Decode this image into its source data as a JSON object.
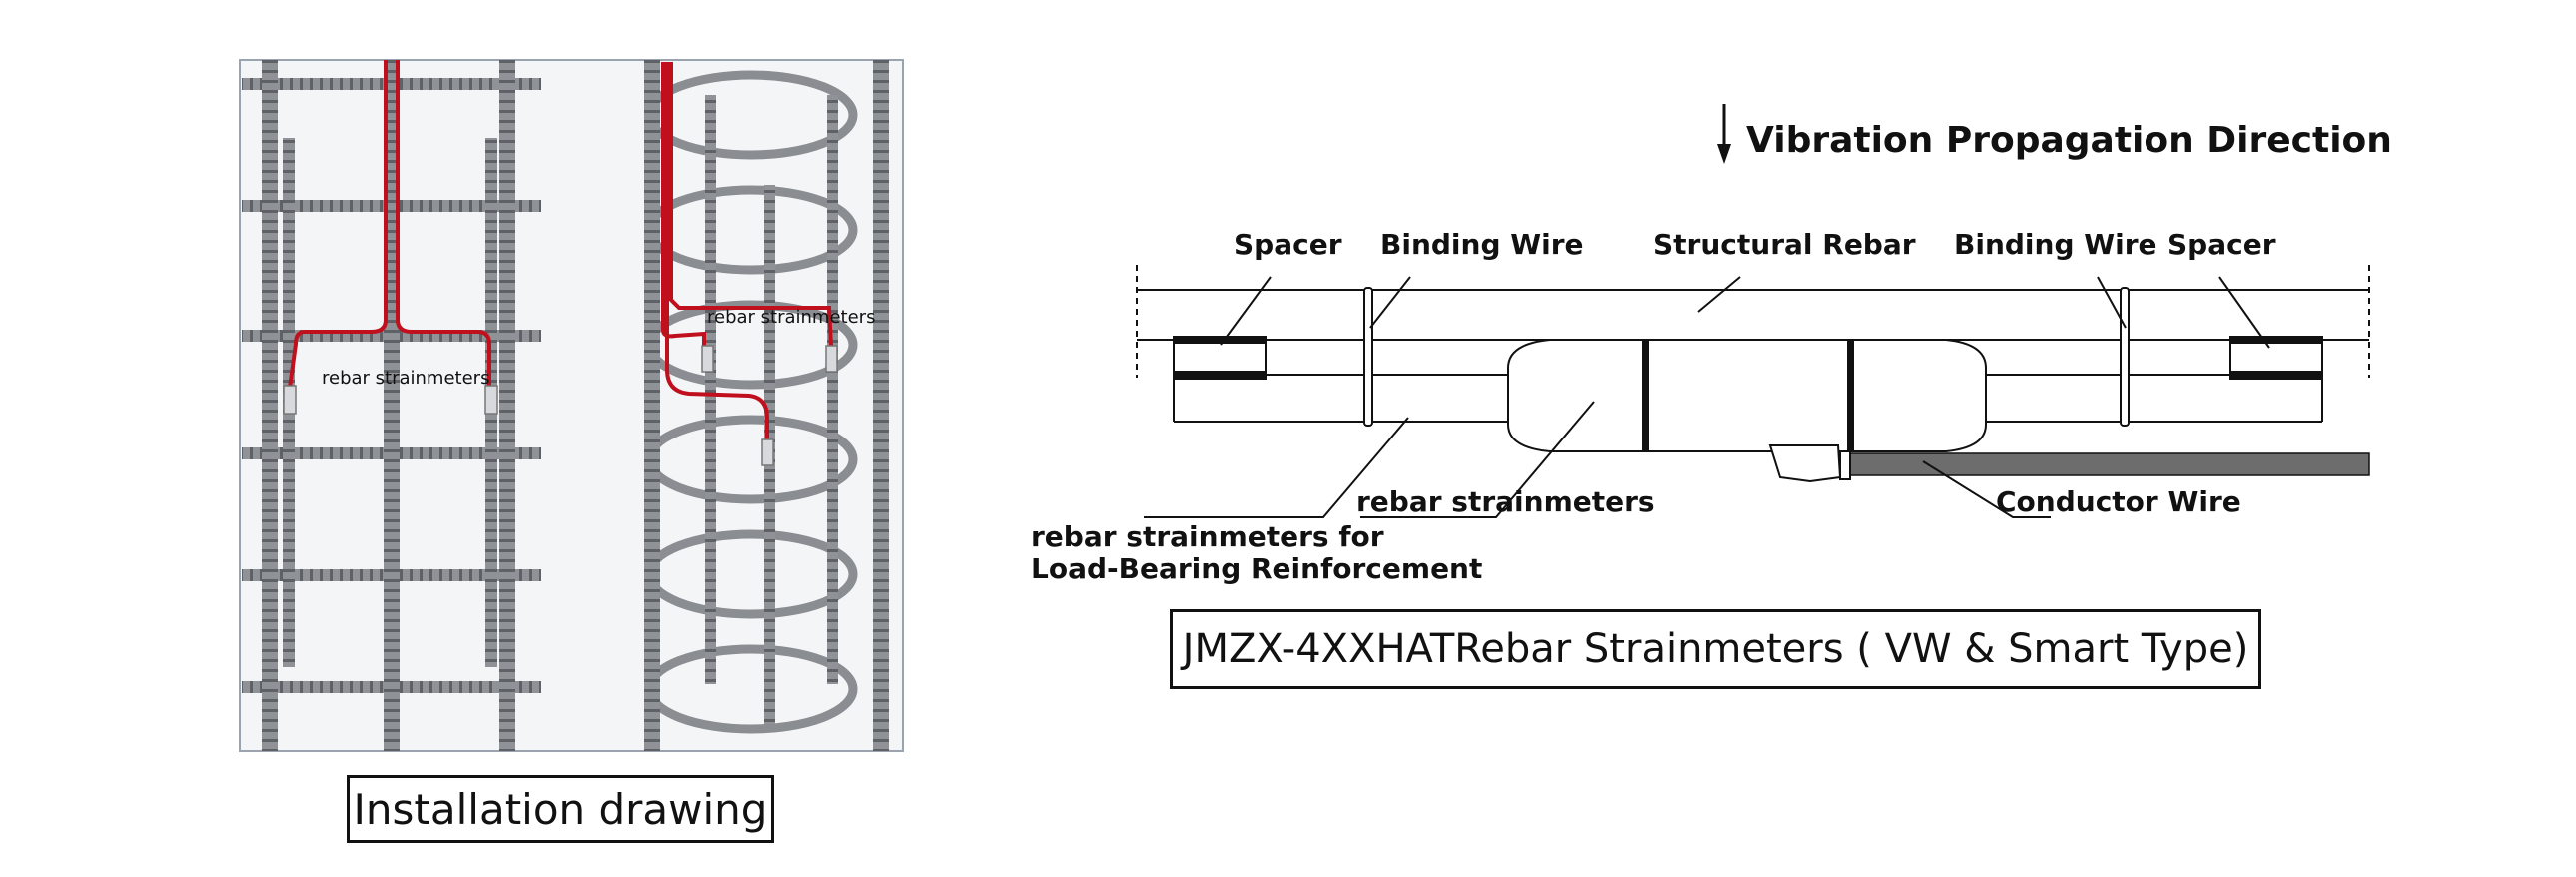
{
  "installation": {
    "caption": "Installation drawing",
    "left_label": "rebar strainmeters",
    "right_label": "rebar strainmeters"
  },
  "diagram": {
    "direction_label": "Vibration Propagation Direction",
    "spacer_left": "Spacer",
    "binding_wire_left": "Binding Wire",
    "structural_rebar": "Structural Rebar",
    "binding_wire_right": "Binding Wire",
    "spacer_right": "Spacer",
    "rebar_strainmeters": "rebar strainmeters",
    "conductor_wire": "Conductor Wire",
    "load_bearing_line1": "rebar strainmeters for",
    "load_bearing_line2": "Load-Bearing Reinforcement",
    "title": "JMZX-4XXHATRebar Strainmeters ( VW & Smart Type)"
  },
  "colors": {
    "rebar": "#8a8d91",
    "wire": "#c0101e",
    "ink": "#111111",
    "conductor": "#6d6d6d"
  }
}
